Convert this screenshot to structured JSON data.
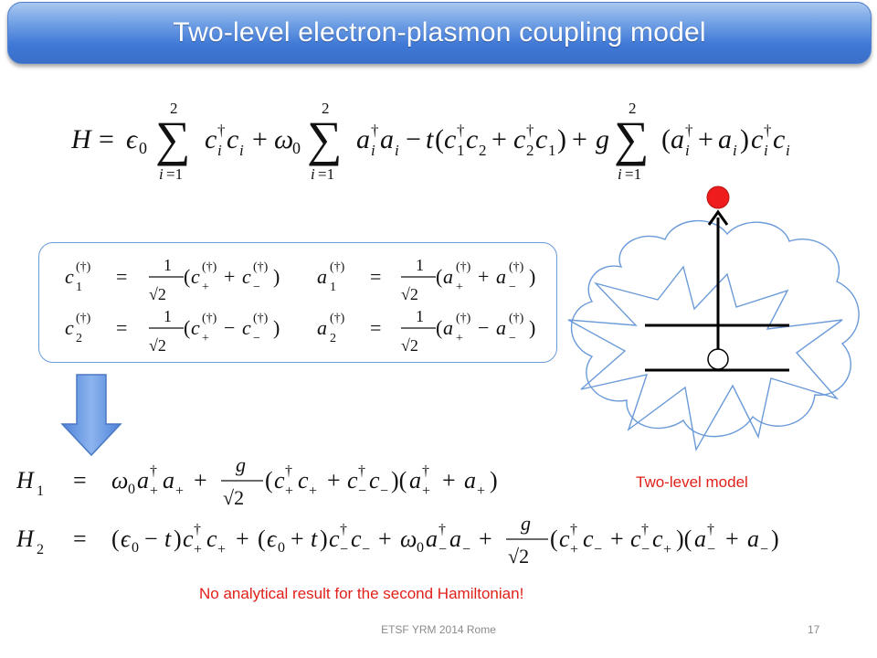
{
  "slide": {
    "title": "Two-level electron-plasmon coupling model",
    "caption_model": "Two-level model",
    "note": "No analytical result for the second Hamiltonian!",
    "footer": "ETSF YRM 2014 Rome",
    "page_number": "17"
  },
  "colors": {
    "title_bar": "#3f78d6",
    "accent_red": "#e0201a",
    "box_border": "#6b9ad8",
    "cloud_border": "#6b9ad8"
  },
  "icons": {
    "arrow": "down-arrow-icon",
    "electron": "red-dot",
    "hole": "empty-circle"
  }
}
